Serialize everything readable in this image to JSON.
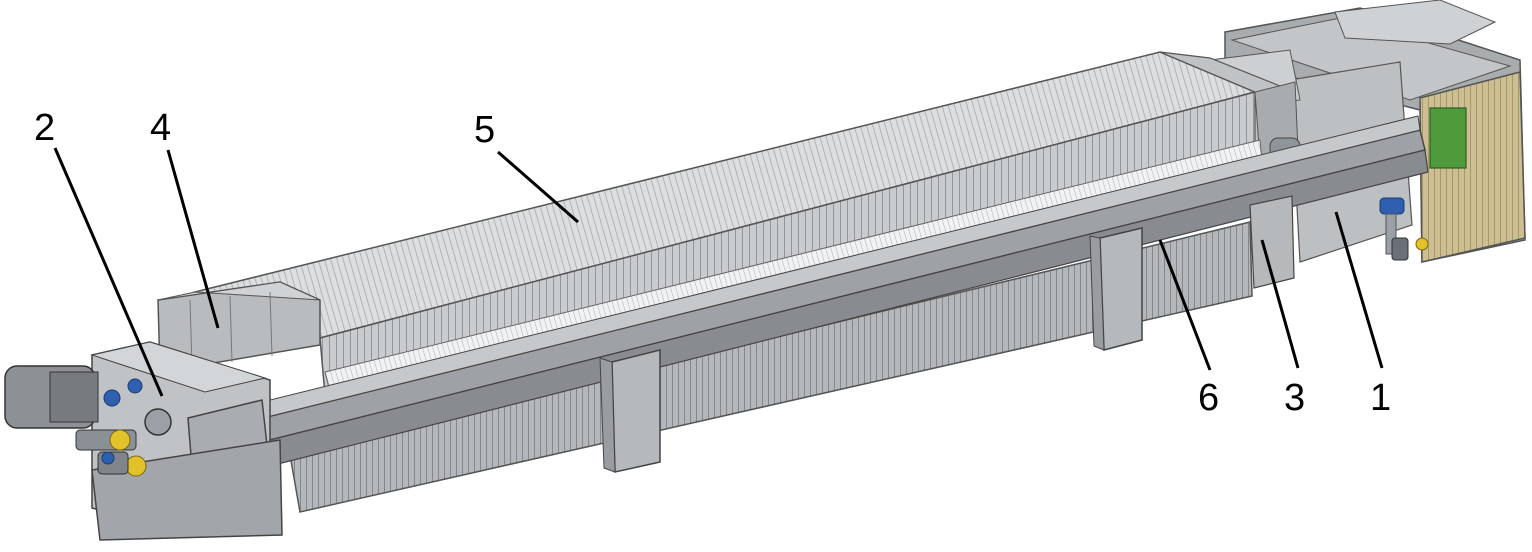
{
  "callouts": [
    {
      "id": "1",
      "text": "1"
    },
    {
      "id": "2",
      "text": "2"
    },
    {
      "id": "3",
      "text": "3"
    },
    {
      "id": "4",
      "text": "4"
    },
    {
      "id": "5",
      "text": "5"
    },
    {
      "id": "6",
      "text": "6"
    }
  ],
  "colors": {
    "body_gray": "#b9bcbf",
    "dark_gray": "#8e9296",
    "light_gray": "#d9dbdd",
    "plate_line": "#7b7f84",
    "frame_gold": "#c2b58a",
    "valve_blue": "#2f5fb0",
    "valve_yellow": "#e2c12a",
    "motor_green": "#4f9a3a"
  }
}
